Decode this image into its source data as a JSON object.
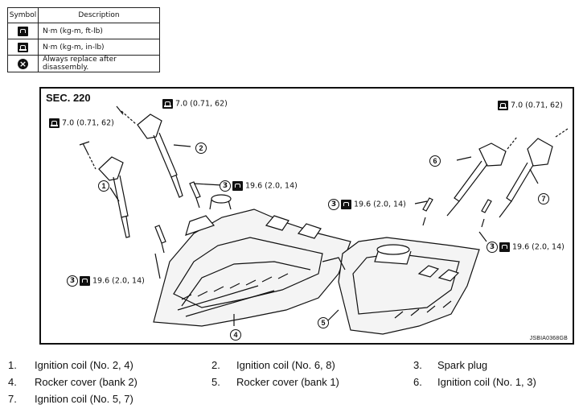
{
  "symbol_table": {
    "header_symbol": "Symbol",
    "header_description": "Description",
    "rows": [
      {
        "icon": "torque-ftlb-icon",
        "description": "N·m (kg-m, ft-lb)"
      },
      {
        "icon": "torque-inlb-icon",
        "description": "N·m (kg-m, in-lb)"
      },
      {
        "icon": "replace-icon",
        "description": "Always replace after disassembly."
      }
    ]
  },
  "figure": {
    "section": "SEC. 220",
    "figure_id": "JSBIA0368GB",
    "torques": {
      "coil_left_upper": "7.0 (0.71, 62)",
      "coil_left": "7.0 (0.71, 62)",
      "coil_right": "7.0 (0.71, 62)",
      "plug_center": "19.6 (2.0, 14)",
      "plug_left": "19.6 (2.0, 14)",
      "plug_mid_right": "19.6 (2.0, 14)",
      "plug_right": "19.6 (2.0, 14)"
    },
    "callouts": {
      "c1": "1",
      "c2": "2",
      "c3a": "3",
      "c3b": "3",
      "c3c": "3",
      "c3d": "3",
      "c4": "4",
      "c5": "5",
      "c6": "6",
      "c7": "7"
    }
  },
  "legend": [
    {
      "num": "1.",
      "label": "Ignition coil (No. 2, 4)"
    },
    {
      "num": "2.",
      "label": "Ignition coil (No. 6, 8)"
    },
    {
      "num": "3.",
      "label": "Spark plug"
    },
    {
      "num": "4.",
      "label": "Rocker cover (bank 2)"
    },
    {
      "num": "5.",
      "label": "Rocker cover (bank 1)"
    },
    {
      "num": "6.",
      "label": "Ignition coil (No. 1, 3)"
    },
    {
      "num": "7.",
      "label": "Ignition coil (No. 5, 7)"
    }
  ]
}
